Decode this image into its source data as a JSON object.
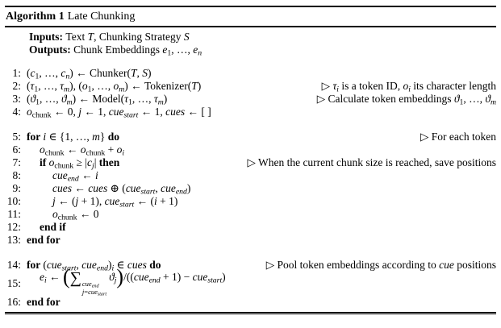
{
  "header": {
    "label": "Algorithm 1",
    "title": "Late Chunking"
  },
  "preamble": [
    {
      "segments": [
        [
          "b",
          "Inputs: "
        ],
        [
          "r",
          "Text "
        ],
        [
          "i",
          "T"
        ],
        [
          "r",
          ", Chunking Strategy "
        ],
        [
          "i",
          "S"
        ]
      ]
    },
    {
      "segments": [
        [
          "b",
          "Outputs: "
        ],
        [
          "r",
          "Chunk Embeddings "
        ],
        [
          "i",
          "e"
        ],
        [
          "sbr",
          "1"
        ],
        [
          "r",
          ", …, "
        ],
        [
          "i",
          "e"
        ],
        [
          "sbi",
          "n"
        ]
      ]
    }
  ],
  "comment_marker": "▷",
  "lines": [
    {
      "num": "1:",
      "indent": 0,
      "gap": false,
      "code": [
        [
          "r",
          "("
        ],
        [
          "i",
          "c"
        ],
        [
          "sbr",
          "1"
        ],
        [
          "r",
          ", …, "
        ],
        [
          "i",
          "c"
        ],
        [
          "sbi",
          "n"
        ],
        [
          "r",
          ") ← Chunker("
        ],
        [
          "i",
          "T"
        ],
        [
          "r",
          ", "
        ],
        [
          "i",
          "S"
        ],
        [
          "r",
          ")"
        ]
      ],
      "comment": []
    },
    {
      "num": "2:",
      "indent": 0,
      "gap": false,
      "code": [
        [
          "r",
          "("
        ],
        [
          "i",
          "τ"
        ],
        [
          "sbr",
          "1"
        ],
        [
          "r",
          ", …, "
        ],
        [
          "i",
          "τ"
        ],
        [
          "sbi",
          "m"
        ],
        [
          "r",
          "), ("
        ],
        [
          "i",
          "o"
        ],
        [
          "sbr",
          "1"
        ],
        [
          "r",
          ", …, "
        ],
        [
          "i",
          "o"
        ],
        [
          "sbi",
          "m"
        ],
        [
          "r",
          ") ← Tokenizer("
        ],
        [
          "i",
          "T"
        ],
        [
          "r",
          ")"
        ]
      ],
      "comment": [
        [
          "r",
          "▷ "
        ],
        [
          "i",
          "τ"
        ],
        [
          "sbi",
          "i"
        ],
        [
          "r",
          " is a token ID, "
        ],
        [
          "i",
          "o"
        ],
        [
          "sbi",
          "i"
        ],
        [
          "r",
          " its character length"
        ]
      ]
    },
    {
      "num": "3:",
      "indent": 0,
      "gap": false,
      "code": [
        [
          "r",
          "("
        ],
        [
          "i",
          "ϑ"
        ],
        [
          "sbr",
          "1"
        ],
        [
          "r",
          ", …, "
        ],
        [
          "i",
          "ϑ"
        ],
        [
          "sbi",
          "m"
        ],
        [
          "r",
          ") ← Model("
        ],
        [
          "i",
          "τ"
        ],
        [
          "sbr",
          "1"
        ],
        [
          "r",
          ", …, "
        ],
        [
          "i",
          "τ"
        ],
        [
          "sbi",
          "m"
        ],
        [
          "r",
          ")"
        ]
      ],
      "comment": [
        [
          "r",
          "▷ Calculate token embeddings "
        ],
        [
          "i",
          "ϑ"
        ],
        [
          "sbr",
          "1"
        ],
        [
          "r",
          ", …, "
        ],
        [
          "i",
          "ϑ"
        ],
        [
          "sbi",
          "m"
        ]
      ]
    },
    {
      "num": "4:",
      "indent": 0,
      "gap": false,
      "code": [
        [
          "i",
          "o"
        ],
        [
          "sbr",
          "chunk"
        ],
        [
          "r",
          " ← 0, "
        ],
        [
          "i",
          "j"
        ],
        [
          "r",
          " ← 1, "
        ],
        [
          "i",
          "cue"
        ],
        [
          "sbi",
          "start"
        ],
        [
          "r",
          " ← 1, "
        ],
        [
          "i",
          "cues"
        ],
        [
          "r",
          " ← [ ]"
        ]
      ],
      "comment": []
    },
    {
      "num": "5:",
      "indent": 0,
      "gap": true,
      "code": [
        [
          "b",
          "for "
        ],
        [
          "i",
          "i"
        ],
        [
          "r",
          " ∈ {1, …, "
        ],
        [
          "i",
          "m"
        ],
        [
          "r",
          "} "
        ],
        [
          "b",
          "do"
        ]
      ],
      "comment": [
        [
          "r",
          "▷ For each token"
        ]
      ]
    },
    {
      "num": "6:",
      "indent": 1,
      "gap": false,
      "code": [
        [
          "i",
          "o"
        ],
        [
          "sbr",
          "chunk"
        ],
        [
          "r",
          " ← "
        ],
        [
          "i",
          "o"
        ],
        [
          "sbr",
          "chunk"
        ],
        [
          "r",
          " + "
        ],
        [
          "i",
          "o"
        ],
        [
          "sbi",
          "i"
        ]
      ],
      "comment": []
    },
    {
      "num": "7:",
      "indent": 1,
      "gap": false,
      "code": [
        [
          "b",
          "if "
        ],
        [
          "i",
          "o"
        ],
        [
          "sbr",
          "chunk"
        ],
        [
          "r",
          " ≥ |"
        ],
        [
          "i",
          "c"
        ],
        [
          "sbi",
          "j"
        ],
        [
          "r",
          "| "
        ],
        [
          "b",
          "then"
        ]
      ],
      "comment": [
        [
          "r",
          "▷ When the current chunk size is reached, save positions"
        ]
      ]
    },
    {
      "num": "8:",
      "indent": 2,
      "gap": false,
      "code": [
        [
          "i",
          "cue"
        ],
        [
          "sbi",
          "end"
        ],
        [
          "r",
          " ← "
        ],
        [
          "i",
          "i"
        ]
      ],
      "comment": []
    },
    {
      "num": "9:",
      "indent": 2,
      "gap": false,
      "code": [
        [
          "i",
          "cues"
        ],
        [
          "r",
          " ← "
        ],
        [
          "i",
          "cues"
        ],
        [
          "r",
          " ⊕ ("
        ],
        [
          "i",
          "cue"
        ],
        [
          "sbi",
          "start"
        ],
        [
          "r",
          ", "
        ],
        [
          "i",
          "cue"
        ],
        [
          "sbi",
          "end"
        ],
        [
          "r",
          ")"
        ]
      ],
      "comment": []
    },
    {
      "num": "10:",
      "indent": 2,
      "gap": false,
      "code": [
        [
          "i",
          "j"
        ],
        [
          "r",
          " ← ("
        ],
        [
          "i",
          "j"
        ],
        [
          "r",
          " + 1), "
        ],
        [
          "i",
          "cue"
        ],
        [
          "sbi",
          "start"
        ],
        [
          "r",
          " ← ("
        ],
        [
          "i",
          "i"
        ],
        [
          "r",
          " + 1)"
        ]
      ],
      "comment": []
    },
    {
      "num": "11:",
      "indent": 2,
      "gap": false,
      "code": [
        [
          "i",
          "o"
        ],
        [
          "sbr",
          "chunk"
        ],
        [
          "r",
          " ← 0"
        ]
      ],
      "comment": []
    },
    {
      "num": "12:",
      "indent": 1,
      "gap": false,
      "code": [
        [
          "b",
          "end if"
        ]
      ],
      "comment": []
    },
    {
      "num": "13:",
      "indent": 0,
      "gap": false,
      "code": [
        [
          "b",
          "end for"
        ]
      ],
      "comment": []
    },
    {
      "num": "14:",
      "indent": 0,
      "gap": true,
      "code": [
        [
          "b",
          "for "
        ],
        [
          "r",
          "("
        ],
        [
          "i",
          "cue"
        ],
        [
          "sbi",
          "start"
        ],
        [
          "r",
          ", "
        ],
        [
          "i",
          "cue"
        ],
        [
          "sbi",
          "end"
        ],
        [
          "r",
          ")"
        ],
        [
          "sbi",
          "i"
        ],
        [
          "r",
          " ∈ "
        ],
        [
          "i",
          "cues"
        ],
        [
          "r",
          " "
        ],
        [
          "b",
          "do"
        ]
      ],
      "comment": [
        [
          "r",
          "▷ Pool token embeddings according to "
        ],
        [
          "i",
          "cue"
        ],
        [
          "r",
          " positions"
        ]
      ]
    },
    {
      "num": "15:",
      "indent": 1,
      "gap": false,
      "tall": true,
      "code": [
        [
          "i",
          "e"
        ],
        [
          "sbi",
          "i"
        ],
        [
          "r",
          " ← "
        ],
        [
          "big",
          "("
        ],
        [
          "sum",
          "∑"
        ],
        [
          "stack",
          {
            "top": [
              [
                "i",
                "cue"
              ],
              [
                "sbi",
                "end"
              ]
            ],
            "bot": [
              [
                "i",
                "j"
              ],
              [
                "r",
                "="
              ],
              [
                "i",
                "cue"
              ],
              [
                "sbi",
                "start"
              ]
            ]
          }
        ],
        [
          "i",
          "ϑ"
        ],
        [
          "sbi",
          "j"
        ],
        [
          "big",
          ")"
        ],
        [
          "r",
          "/(("
        ],
        [
          "i",
          "cue"
        ],
        [
          "sbi",
          "end"
        ],
        [
          "r",
          " + 1) − "
        ],
        [
          "i",
          "cue"
        ],
        [
          "sbi",
          "start"
        ],
        [
          "r",
          ")"
        ]
      ],
      "comment": []
    },
    {
      "num": "16:",
      "indent": 0,
      "gap": false,
      "code": [
        [
          "b",
          "end for"
        ]
      ],
      "comment": []
    }
  ]
}
